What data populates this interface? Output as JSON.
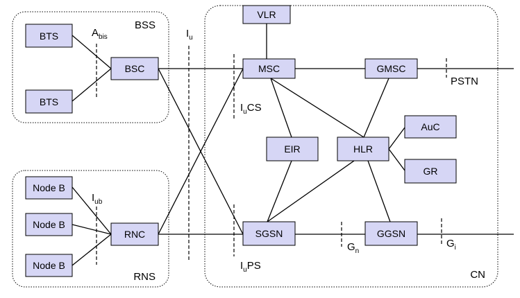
{
  "groups": {
    "bss": "BSS",
    "rns": "RNS",
    "cn": "CN"
  },
  "nodes": {
    "bts1": "BTS",
    "bts2": "BTS",
    "bsc": "BSC",
    "nodeb1": "Node B",
    "nodeb2": "Node B",
    "nodeb3": "Node B",
    "rnc": "RNC",
    "vlr": "VLR",
    "msc": "MSC",
    "gmsc": "GMSC",
    "eir": "EIR",
    "hlr": "HLR",
    "auc": "AuC",
    "gr": "GR",
    "sgsn": "SGSN",
    "ggsn": "GGSN"
  },
  "interfaces": {
    "abis": {
      "main": "A",
      "sub": "bis"
    },
    "iu": {
      "main": "I",
      "sub": "u"
    },
    "iucs": {
      "main": "I",
      "sub": "u",
      "suffix": "CS"
    },
    "iub": {
      "main": "I",
      "sub": "ub"
    },
    "iups": {
      "main": "I",
      "sub": "u",
      "suffix": "PS"
    },
    "gn": {
      "main": "G",
      "sub": "n"
    },
    "gi": {
      "main": "G",
      "sub": "i"
    }
  },
  "external": {
    "pstn": "PSTN"
  },
  "colors": {
    "node_fill": "#d6d6f5",
    "stroke": "#000000",
    "background": "#ffffff"
  }
}
